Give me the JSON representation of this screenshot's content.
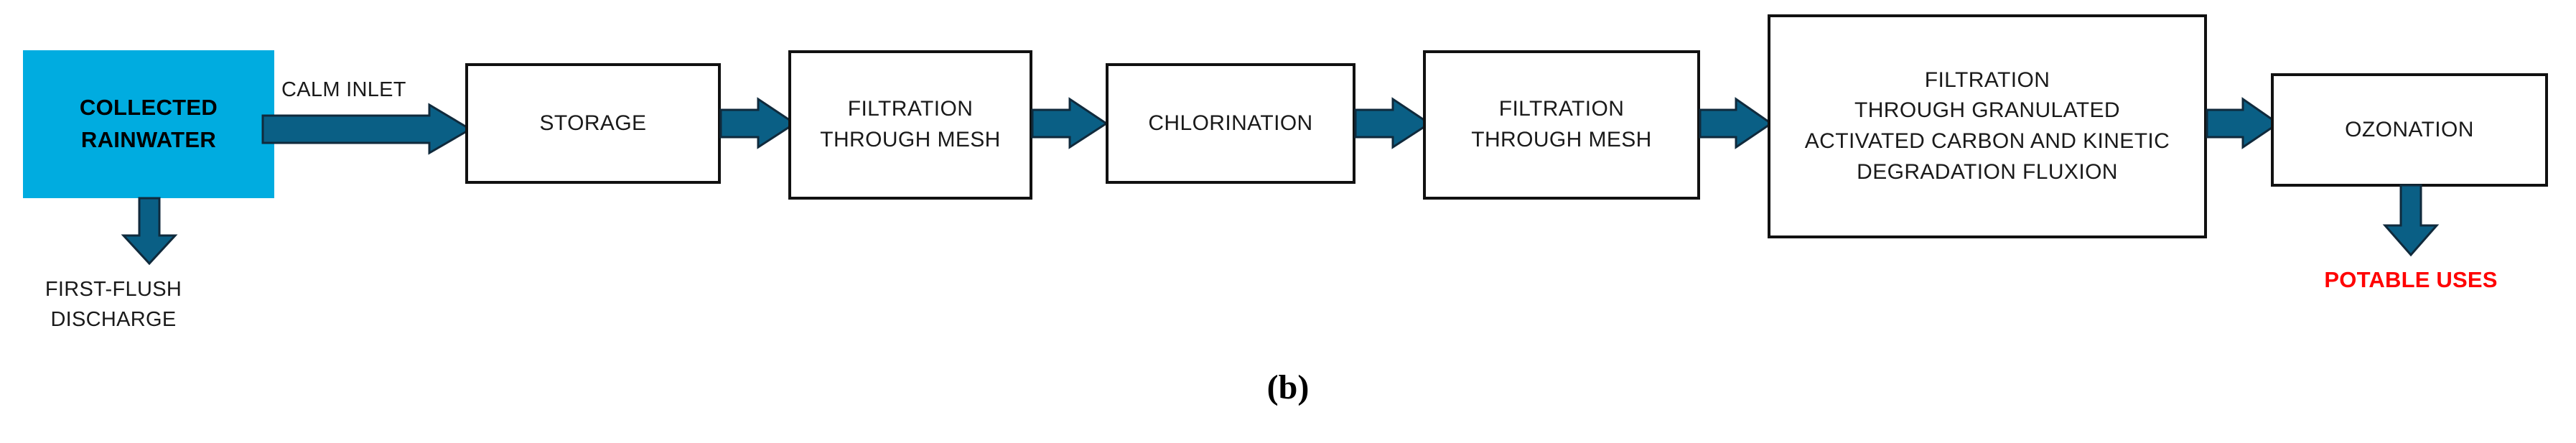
{
  "figure": {
    "caption": "(b)",
    "colors": {
      "source_fill": "#00ace0",
      "arrow_fill": "#0a5f85",
      "arrow_stroke": "#102a3c",
      "box_border": "#111111",
      "text": "#1a1a1a",
      "potable_text": "#ff0000",
      "background": "#ffffff"
    }
  },
  "nodes": {
    "source": {
      "label": "COLLECTED\nRAINWATER"
    },
    "storage": {
      "label": "STORAGE"
    },
    "filtration_mesh_1": {
      "label": "FILTRATION\nTHROUGH MESH"
    },
    "chlorination": {
      "label": "CHLORINATION"
    },
    "filtration_mesh_2": {
      "label": "FILTRATION\nTHROUGH MESH"
    },
    "gac": {
      "label": "FILTRATION\nTHROUGH GRANULATED\nACTIVATED CARBON AND KINETIC\nDEGRADATION FLUXION"
    },
    "ozonation": {
      "label": "OZONATION"
    }
  },
  "labels": {
    "calm_inlet": "CALM INLET",
    "first_flush_discharge": "FIRST-FLUSH\nDISCHARGE",
    "potable_uses": "POTABLE USES"
  },
  "flow": {
    "sequence": [
      "COLLECTED RAINWATER",
      "STORAGE",
      "FILTRATION THROUGH MESH",
      "CHLORINATION",
      "FILTRATION THROUGH MESH",
      "FILTRATION THROUGH GRANULATED ACTIVATED CARBON AND KINETIC DEGRADATION FLUXION",
      "OZONATION"
    ],
    "outputs": [
      "FIRST-FLUSH DISCHARGE",
      "POTABLE USES"
    ]
  }
}
